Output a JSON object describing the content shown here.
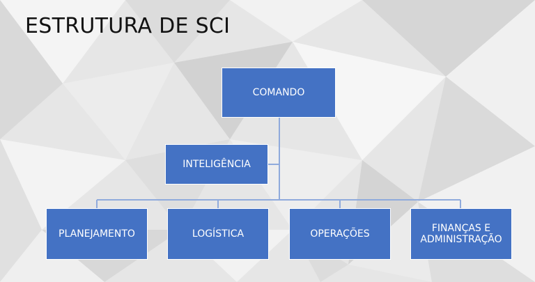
{
  "slide": {
    "title": "ESTRUTURA DE SCI"
  },
  "org_chart": {
    "root": {
      "label": "COMANDO"
    },
    "staff": {
      "label": "INTELIGÊNCIA"
    },
    "sections": [
      {
        "label": "PLANEJAMENTO"
      },
      {
        "label": "LOGÍSTICA"
      },
      {
        "label": "OPERAÇÕES"
      },
      {
        "label": "FINANÇAS E\nADMINISTRAÇÃO"
      }
    ]
  },
  "colors": {
    "box_fill": "#4472c4",
    "connector": "#8faadc",
    "box_text": "#ffffff"
  }
}
